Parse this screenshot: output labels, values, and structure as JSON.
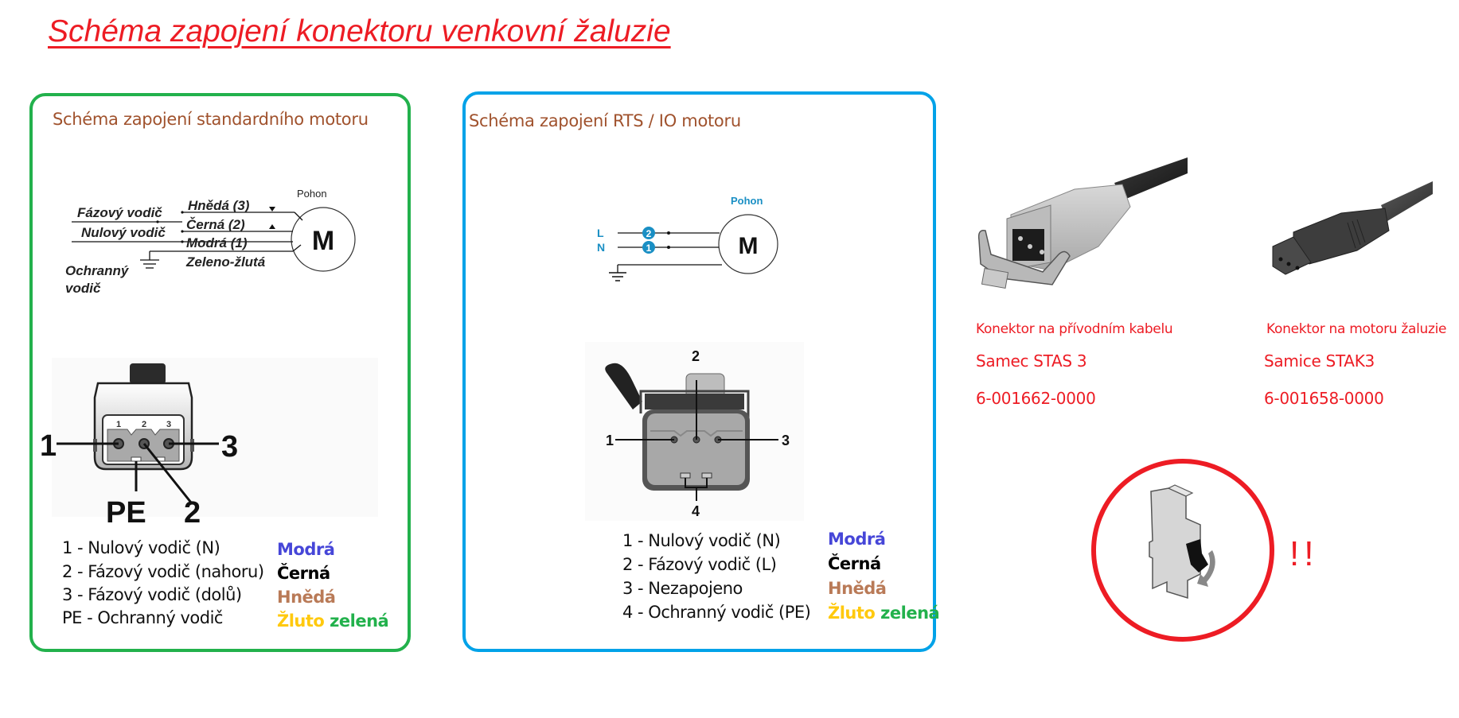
{
  "title": "Schéma zapojení konektoru venkovní žaluzie",
  "colors": {
    "title_red": "#ed1c24",
    "green_panel_border": "#22b14c",
    "blue_panel_border": "#00a2e8",
    "subtitle_brown": "#a0522d",
    "modra": "#4646d8",
    "cerna": "#000000",
    "hneda": "#b97a57",
    "zluto": "#ffc90e",
    "zelena": "#22b14c",
    "rts_blue": "#1a8fc4"
  },
  "standard_motor": {
    "subtitle": "Schéma zapojení standardního motoru",
    "wiring": {
      "motor_caption": "Pohon",
      "motor_symbol": "M",
      "left_labels": {
        "phase": "Fázový vodič",
        "neutral": "Nulový vodič",
        "protective_line1": "Ochranný",
        "protective_line2": "vodič"
      },
      "wire_labels": [
        "Hnědá (3)",
        "Černá (2)",
        "Modrá (1)",
        "Zeleno-žlutá"
      ]
    },
    "connector": {
      "pin_labels": [
        "1",
        "2",
        "3"
      ],
      "callouts": [
        "1",
        "2",
        "3",
        "PE"
      ]
    },
    "legend": [
      {
        "text": "1 - Nulový vodič (N)",
        "color_name": "Modrá",
        "color_key": "modra"
      },
      {
        "text": "2 - Fázový vodič (nahoru)",
        "color_name": "Černá",
        "color_key": "cerna"
      },
      {
        "text": "3 - Fázový vodič (dolů)",
        "color_name": "Hnědá",
        "color_key": "hneda"
      },
      {
        "text": "PE - Ochranný vodič",
        "color_name_part1": "Žluto",
        "color_name_part2": "zelená"
      }
    ]
  },
  "rts_motor": {
    "subtitle": "Schéma zapojení RTS / IO motoru",
    "wiring": {
      "motor_caption": "Pohon",
      "motor_symbol": "M",
      "line_labels": [
        "L",
        "N"
      ],
      "badges": [
        "2",
        "1"
      ]
    },
    "connector": {
      "callouts": [
        "1",
        "2",
        "3",
        "4"
      ]
    },
    "legend": [
      {
        "text": "1 - Nulový vodič (N)",
        "color_name": "Modrá",
        "color_key": "modra"
      },
      {
        "text": "2 - Fázový vodič (L)",
        "color_name": "Černá",
        "color_key": "cerna"
      },
      {
        "text": "3 - Nezapojeno",
        "color_name": "Hnědá",
        "color_key": "hneda"
      },
      {
        "text": "4 - Ochranný vodič (PE)",
        "color_name_part1": "Žluto",
        "color_name_part2": "zelená"
      }
    ]
  },
  "connectors": [
    {
      "caption": "Konektor na přívodním kabelu",
      "name": "Samec STAS 3",
      "part_number": "6-001662-0000"
    },
    {
      "caption": "Konektor na motoru žaluzie",
      "name": "Samice STAK3",
      "part_number": "6-001658-0000"
    }
  ],
  "warning": {
    "marks": "!!"
  }
}
